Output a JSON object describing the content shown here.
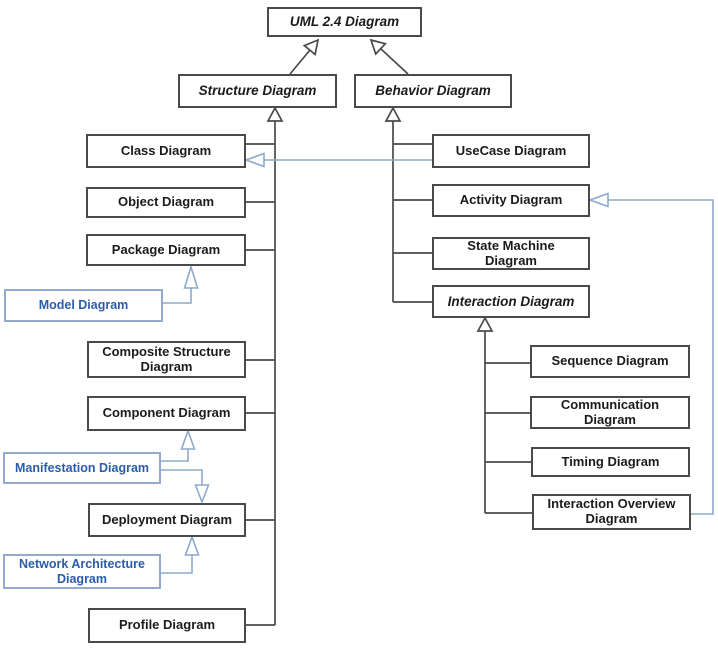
{
  "diagram": {
    "title": "UML 2.4 Diagram taxonomy",
    "colors": {
      "background": "#ffffff",
      "box_border": "#4a4a4a",
      "box_text": "#1b1b1b",
      "blue_border": "#93aacc",
      "blue_text": "#2b5caa",
      "blue_line": "#8ea9cc",
      "black_line": "#4a4a4a"
    }
  },
  "nodes": {
    "uml": {
      "label": "UML 2.4 Diagram",
      "abstract": true
    },
    "structure": {
      "label": "Structure Diagram",
      "abstract": true
    },
    "behavior": {
      "label": "Behavior Diagram",
      "abstract": true
    },
    "class_d": {
      "label": "Class Diagram"
    },
    "object_d": {
      "label": "Object Diagram"
    },
    "package_d": {
      "label": "Package Diagram"
    },
    "model_d": {
      "label": "Model Diagram",
      "style": "blue"
    },
    "composite": {
      "label": "Composite Structure\nDiagram"
    },
    "component": {
      "label": "Component Diagram"
    },
    "manifestation": {
      "label": "Manifestation Diagram",
      "style": "blue"
    },
    "deployment": {
      "label": "Deployment Diagram"
    },
    "network": {
      "label": "Network Architecture\nDiagram",
      "style": "blue"
    },
    "profile": {
      "label": "Profile Diagram"
    },
    "usecase": {
      "label": "UseCase Diagram"
    },
    "activity": {
      "label": "Activity Diagram"
    },
    "statemachine": {
      "label": "State Machine\nDiagram"
    },
    "interaction": {
      "label": "Interaction Diagram",
      "abstract": true
    },
    "sequence": {
      "label": "Sequence Diagram"
    },
    "communication": {
      "label": "Communication\nDiagram"
    },
    "timing": {
      "label": "Timing Diagram"
    },
    "interaction_overview": {
      "label": "Interaction Overview\nDiagram"
    }
  },
  "edges": [
    {
      "from": "Structure Diagram",
      "to": "UML 2.4 Diagram",
      "type": "generalization",
      "color": "black"
    },
    {
      "from": "Behavior Diagram",
      "to": "UML 2.4 Diagram",
      "type": "generalization",
      "color": "black"
    },
    {
      "from": "Class Diagram",
      "to": "Structure Diagram",
      "type": "generalization",
      "color": "black"
    },
    {
      "from": "Object Diagram",
      "to": "Structure Diagram",
      "type": "generalization",
      "color": "black"
    },
    {
      "from": "Package Diagram",
      "to": "Structure Diagram",
      "type": "generalization",
      "color": "black"
    },
    {
      "from": "Composite Structure Diagram",
      "to": "Structure Diagram",
      "type": "generalization",
      "color": "black"
    },
    {
      "from": "Component Diagram",
      "to": "Structure Diagram",
      "type": "generalization",
      "color": "black"
    },
    {
      "from": "Deployment Diagram",
      "to": "Structure Diagram",
      "type": "generalization",
      "color": "black"
    },
    {
      "from": "Profile Diagram",
      "to": "Structure Diagram",
      "type": "generalization",
      "color": "black"
    },
    {
      "from": "UseCase Diagram",
      "to": "Behavior Diagram",
      "type": "generalization",
      "color": "black"
    },
    {
      "from": "Activity Diagram",
      "to": "Behavior Diagram",
      "type": "generalization",
      "color": "black"
    },
    {
      "from": "State Machine Diagram",
      "to": "Behavior Diagram",
      "type": "generalization",
      "color": "black"
    },
    {
      "from": "Interaction Diagram",
      "to": "Behavior Diagram",
      "type": "generalization",
      "color": "black"
    },
    {
      "from": "Sequence Diagram",
      "to": "Interaction Diagram",
      "type": "generalization",
      "color": "black"
    },
    {
      "from": "Communication Diagram",
      "to": "Interaction Diagram",
      "type": "generalization",
      "color": "black"
    },
    {
      "from": "Timing Diagram",
      "to": "Interaction Diagram",
      "type": "generalization",
      "color": "black"
    },
    {
      "from": "Interaction Overview Diagram",
      "to": "Interaction Diagram",
      "type": "generalization",
      "color": "black"
    },
    {
      "from": "Model Diagram",
      "to": "Package Diagram",
      "type": "generalization",
      "color": "blue"
    },
    {
      "from": "Manifestation Diagram",
      "to": "Component Diagram",
      "type": "generalization",
      "color": "blue"
    },
    {
      "from": "Manifestation Diagram",
      "to": "Deployment Diagram",
      "type": "generalization",
      "color": "blue"
    },
    {
      "from": "Network Architecture Diagram",
      "to": "Deployment Diagram",
      "type": "generalization",
      "color": "blue"
    },
    {
      "from": "UseCase Diagram",
      "to": "Class Diagram",
      "type": "generalization",
      "color": "blue"
    },
    {
      "from": "Interaction Overview Diagram",
      "to": "Activity Diagram",
      "type": "generalization",
      "color": "blue"
    }
  ]
}
